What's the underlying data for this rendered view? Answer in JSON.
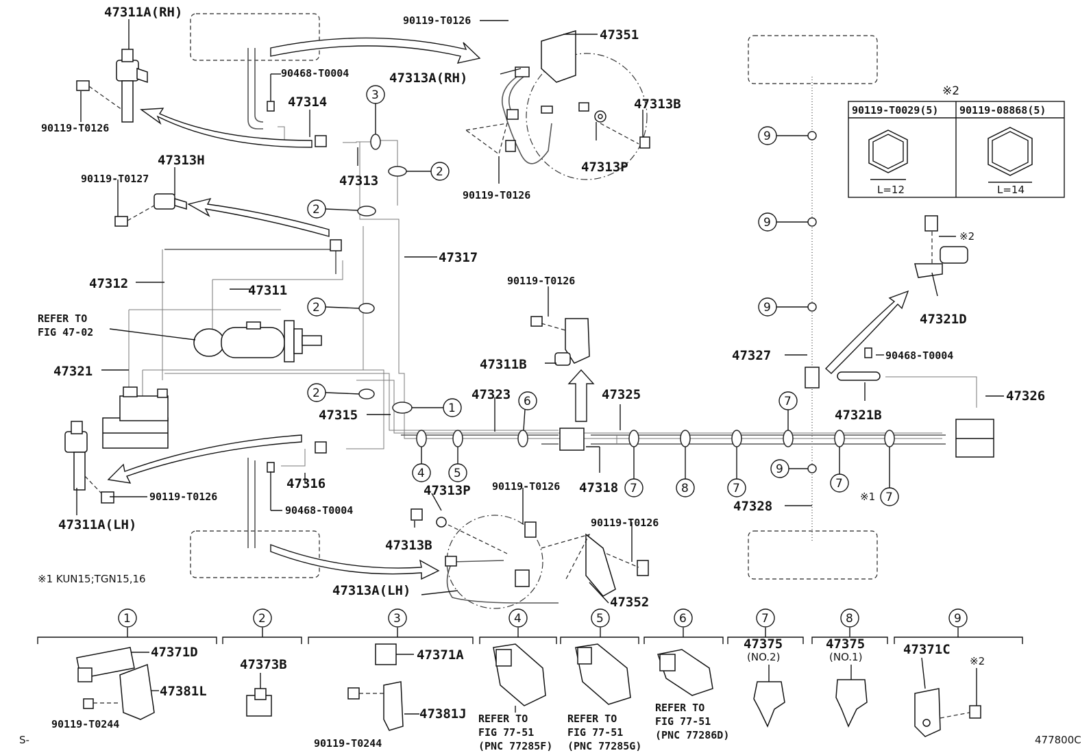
{
  "labels": {
    "p47311A_RH": "47311A(RH)",
    "p90119_T0126_tl": "90119-T0126",
    "p90468_T0004_top": "90468-T0004",
    "p47314": "47314",
    "p47313": "47313",
    "p47313H": "47313H",
    "p90119_T0127": "90119-T0127",
    "p47312": "47312",
    "p47311": "47311",
    "refer_fig_4702_a": "REFER TO",
    "refer_fig_4702_b": "FIG 47-02",
    "p47321": "47321",
    "p47317": "47317",
    "p47315": "47315",
    "p47316": "47316",
    "p90468_T0004_bot": "90468-T0004",
    "p90119_T0126_lh": "90119-T0126",
    "p47311A_LH": "47311A(LH)",
    "p90119_T0126_top": "90119-T0126",
    "p47351": "47351",
    "p47313A_RH": "47313A(RH)",
    "p47313B_top": "47313B",
    "p47313P_top": "47313P",
    "p90119_T0126_rh": "90119-T0126",
    "p90119_T0126_mid": "90119-T0126",
    "p47311B": "47311B",
    "p47323": "47323",
    "p47325": "47325",
    "p47318": "47318",
    "p47313P_bot": "47313P",
    "p90119_T0126_bot": "90119-T0126",
    "p47313B_bot": "47313B",
    "p90119_T0126_br": "90119-T0126",
    "p47313A_LH": "47313A(LH)",
    "p47352": "47352",
    "p47327": "47327",
    "p47328": "47328",
    "p47321D": "47321D",
    "p90468_T0004_r": "90468-T0004",
    "p47321B": "47321B",
    "p47326": "47326",
    "note1": "※1 KUN15;TGN15,16",
    "mark1_7": "※1",
    "mark2_bolt": "※2"
  },
  "bolt_table": {
    "mark": "※2",
    "col1": "90119-T0029(5)",
    "col2": "90119-08868(5)",
    "len1": "L=12",
    "len2": "L=14"
  },
  "callout_numbers": [
    "1",
    "2",
    "3",
    "4",
    "5",
    "6",
    "7",
    "8",
    "9"
  ],
  "legend": [
    {
      "num": "1",
      "parts": [
        "47371D",
        "47381L",
        "90119-T0244"
      ]
    },
    {
      "num": "2",
      "parts": [
        "47373B"
      ]
    },
    {
      "num": "3",
      "parts": [
        "47371A",
        "47381J",
        "90119-T0244"
      ]
    },
    {
      "num": "4",
      "parts": [
        "REFER TO",
        "FIG 77-51",
        "(PNC 77285F)"
      ]
    },
    {
      "num": "5",
      "parts": [
        "REFER TO",
        "FIG 77-51",
        "(PNC 77285G)"
      ]
    },
    {
      "num": "6",
      "parts": [
        "REFER TO",
        "FIG 77-51",
        "(PNC 77286D)"
      ]
    },
    {
      "num": "7",
      "parts": [
        "47375",
        "(NO.2)"
      ]
    },
    {
      "num": "8",
      "parts": [
        "47375",
        "(NO.1)"
      ]
    },
    {
      "num": "9",
      "parts": [
        "47371C",
        "※2"
      ]
    }
  ],
  "footer": {
    "left": "S-",
    "right": "477800C"
  }
}
